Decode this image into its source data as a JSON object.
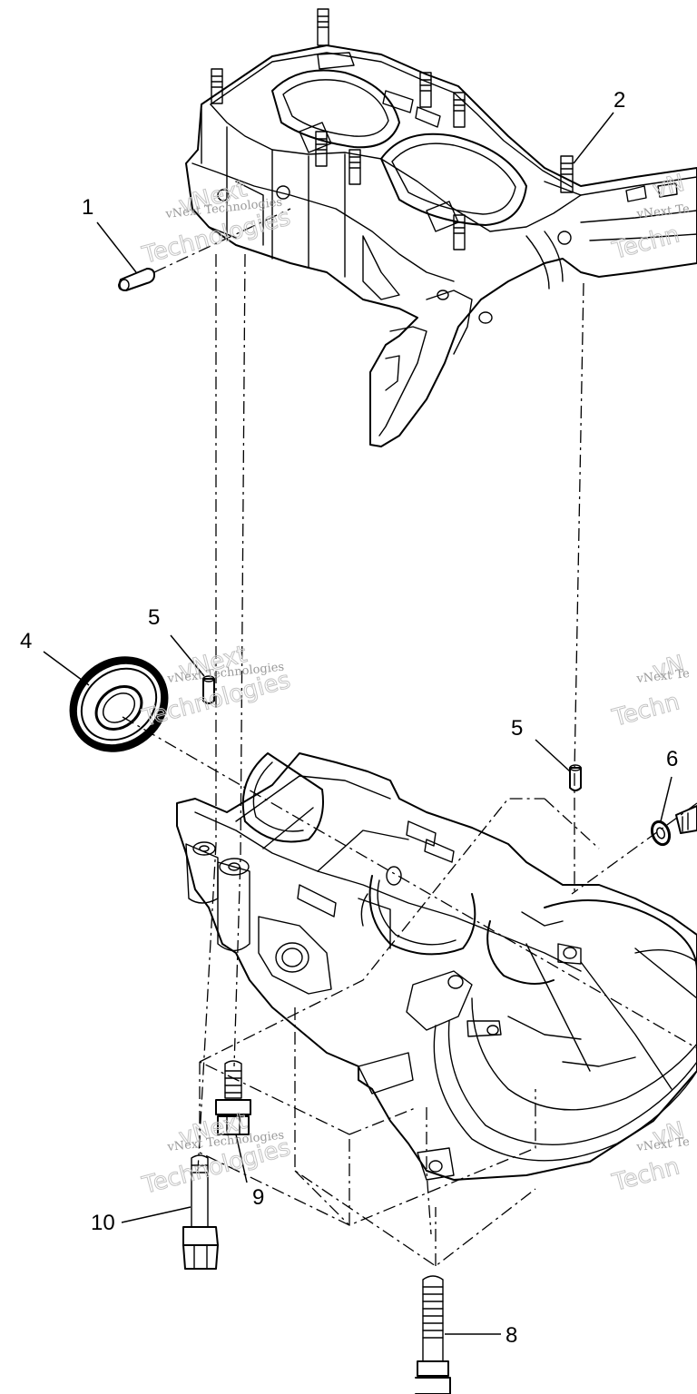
{
  "diagram": {
    "callouts": [
      {
        "id": "1",
        "text": "1"
      },
      {
        "id": "2",
        "text": "2"
      },
      {
        "id": "4",
        "text": "4"
      },
      {
        "id": "5a",
        "text": "5"
      },
      {
        "id": "5b",
        "text": "5"
      },
      {
        "id": "6",
        "text": "6"
      },
      {
        "id": "8",
        "text": "8"
      },
      {
        "id": "9",
        "text": "9"
      },
      {
        "id": "10",
        "text": "10"
      }
    ],
    "watermark": {
      "line1": "vNext Technologies",
      "line2": "Technologies",
      "line3": "vNext",
      "partial_line1": "vNext Te",
      "partial_line2": "Techn",
      "partial_line3": "vN"
    }
  }
}
